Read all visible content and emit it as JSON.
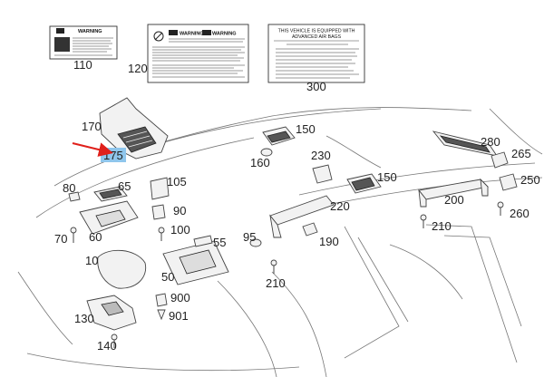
{
  "labels": {
    "warning_a": {
      "badge": "WARNING"
    },
    "warning_b": {
      "badge_left": "WARNING",
      "badge_right": "WARNING"
    },
    "airbag": {
      "line1": "THIS VEHICLE IS EQUIPPED WITH",
      "line2": "ADVANCED AIR BAGS"
    }
  },
  "callouts": {
    "c110": "110",
    "c120": "120",
    "c300": "300",
    "c170": "170",
    "c175": "175",
    "c150a": "150",
    "c160": "160",
    "c280": "280",
    "c265": "265",
    "c230": "230",
    "c150b": "150",
    "c250": "250",
    "c80": "80",
    "c65": "65",
    "c105": "105",
    "c220": "220",
    "c200": "200",
    "c210a": "210",
    "c260": "260",
    "c90": "90",
    "c70": "70",
    "c60": "60",
    "c100": "100",
    "c55": "55",
    "c95": "95",
    "c190": "190",
    "c10": "10",
    "c50": "50",
    "c210b": "210",
    "c900": "900",
    "c901": "901",
    "c130": "130",
    "c140": "140"
  },
  "highlight_color": "#8fc6ec",
  "arrow_color": "#e0201b"
}
